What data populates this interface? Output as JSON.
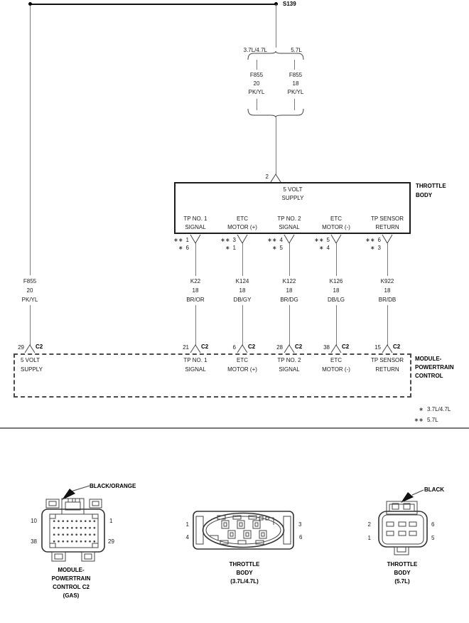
{
  "diagram": {
    "splice": "S139",
    "engine_left": "3.7L/4.7L",
    "engine_right": "5.7L",
    "feed_left": {
      "circuit": "F855",
      "gauge": "20",
      "color": "PK/YL"
    },
    "feed_right": {
      "circuit": "F855",
      "gauge": "18",
      "color": "PK/YL"
    },
    "supply_pin": "2",
    "throttle_body": {
      "name1": "THROTTLE",
      "name2": "BODY",
      "fn1": "5 VOLT",
      "fn2": "SUPPLY"
    },
    "pcm": {
      "name1": "MODULE-",
      "name2": "POWERTRAIN",
      "name3": "CONTROL"
    },
    "supply_branch": {
      "fn1": "5 VOLT",
      "fn2": "SUPPLY",
      "circuit": "F855",
      "gauge": "20",
      "color": "PK/YL",
      "pin": "29",
      "conn": "C2"
    },
    "columns": [
      {
        "fn1": "TP NO. 1",
        "fn2": "SIGNAL",
        "stars_a": "∗∗",
        "pin_a": "1",
        "stars_b": "∗",
        "pin_b": "6",
        "circuit": "K22",
        "gauge": "18",
        "color": "BR/OR",
        "pin": "21",
        "conn": "C2"
      },
      {
        "fn1": "ETC",
        "fn2": "MOTOR (+)",
        "stars_a": "∗∗",
        "pin_a": "3",
        "stars_b": "∗",
        "pin_b": "1",
        "circuit": "K124",
        "gauge": "18",
        "color": "DB/GY",
        "pin": "6",
        "conn": "C2"
      },
      {
        "fn1": "TP NO. 2",
        "fn2": "SIGNAL",
        "stars_a": "∗∗",
        "pin_a": "4",
        "stars_b": "∗",
        "pin_b": "5",
        "circuit": "K122",
        "gauge": "18",
        "color": "BR/DG",
        "pin": "28",
        "conn": "C2"
      },
      {
        "fn1": "ETC",
        "fn2": "MOTOR (-)",
        "stars_a": "∗∗",
        "pin_a": "5",
        "stars_b": "∗",
        "pin_b": "4",
        "circuit": "K126",
        "gauge": "18",
        "color": "DB/LG",
        "pin": "38",
        "conn": "C2"
      },
      {
        "fn1": "TP SENSOR",
        "fn2": "RETURN",
        "stars_a": "∗∗",
        "pin_a": "6",
        "stars_b": "∗",
        "pin_b": "3",
        "circuit": "K922",
        "gauge": "18",
        "color": "BR/DB",
        "pin": "15",
        "conn": "C2"
      }
    ],
    "legend": [
      {
        "stars": "∗",
        "label": "3.7L/4.7L"
      },
      {
        "stars": "∗∗",
        "label": "5.7L"
      }
    ]
  },
  "connector_views": {
    "pcm": {
      "wire_color": "BLACK/ORANGE",
      "pin_tl": "10",
      "pin_tr": "1",
      "pin_bl": "38",
      "pin_br": "29",
      "caption1": "MODULE-",
      "caption2": "POWERTRAIN",
      "caption3": "CONTROL C2",
      "caption4": "(GAS)"
    },
    "tb_3747": {
      "pin_tl": "1",
      "pin_tr": "3",
      "pin_bl": "4",
      "pin_br": "6",
      "caption1": "THROTTLE",
      "caption2": "BODY",
      "caption3": "(3.7L/4.7L)"
    },
    "tb_57": {
      "wire_color": "BLACK",
      "pin_tl": "2",
      "pin_tr": "6",
      "pin_bl": "1",
      "pin_br": "5",
      "caption1": "THROTTLE",
      "caption2": "BODY",
      "caption3": "(5.7L)"
    }
  }
}
